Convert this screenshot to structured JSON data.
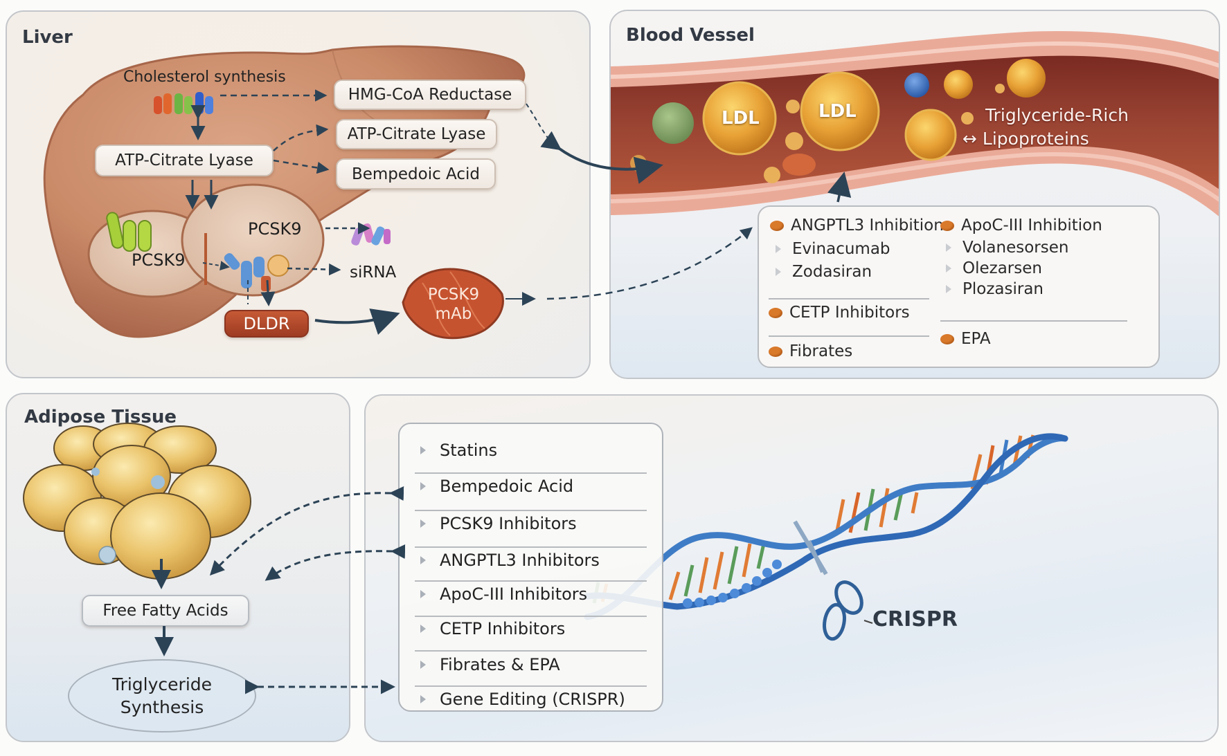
{
  "colors": {
    "arrow": "#2c4356",
    "liver": "#c98a68",
    "vessel_lumen": "#8c3a2c",
    "vessel_wall": "#e7a898",
    "lipoprotein_gold": "#e7a43a",
    "dldr_red": "#b2452a",
    "bullet_orange": "#d9792a",
    "dna_blue": "#3f7cc6"
  },
  "liver": {
    "title": "Liver",
    "cholesterol_synthesis": "Cholesterol synthesis",
    "boxes": {
      "hmg_coa": "HMG-CoA Reductase",
      "atp_citrate_right": "ATP-Citrate Lyase",
      "bempedoic": "Bempedoic Acid",
      "atp_citrate_left": "ATP-Citrate Lyase"
    },
    "pcsk9_left": "PCSK9",
    "pcsk9_right": "PCSK9",
    "sirna": "siRNA",
    "dldr": "DLDR",
    "pcsk9_mab_line1": "PCSK9",
    "pcsk9_mab_line2": "mAb"
  },
  "vessel": {
    "title": "Blood Vessel",
    "ldl_1": "LDL",
    "ldl_2": "LDL",
    "trl_line1": "Triglyceride-Rich",
    "trl_line2": "Lipoproteins",
    "trl_arrow": "↔",
    "drugs": {
      "left": [
        {
          "label": "ANGPTL3 Inhibition",
          "kind": "category"
        },
        {
          "label": "Evinacumab",
          "kind": "agent"
        },
        {
          "label": "Zodasiran",
          "kind": "agent"
        },
        {
          "label": "CETP Inhibitors",
          "kind": "category"
        },
        {
          "label": "Fibrates",
          "kind": "category"
        }
      ],
      "right": [
        {
          "label": "ApoC-III Inhibition",
          "kind": "category"
        },
        {
          "label": "Volanesorsen",
          "kind": "agent"
        },
        {
          "label": "Olezarsen",
          "kind": "agent"
        },
        {
          "label": "Plozasiran",
          "kind": "agent"
        },
        {
          "label": "EPA",
          "kind": "category"
        }
      ]
    }
  },
  "adipose": {
    "title": "Adipose Tissue",
    "ffa": "Free Fatty Acids",
    "tg_line1": "Triglyceride",
    "tg_line2": "Synthesis"
  },
  "therapies": {
    "items": [
      "Statins",
      "Bempedoic Acid",
      "PCSK9 Inhibitors",
      "ANGPTL3 Inhibitors",
      "ApoC-III Inhibitors",
      "CETP Inhibitors",
      "Fibrates & EPA",
      "Gene Editing (CRISPR)"
    ],
    "crispr_label": "CRISPR"
  }
}
